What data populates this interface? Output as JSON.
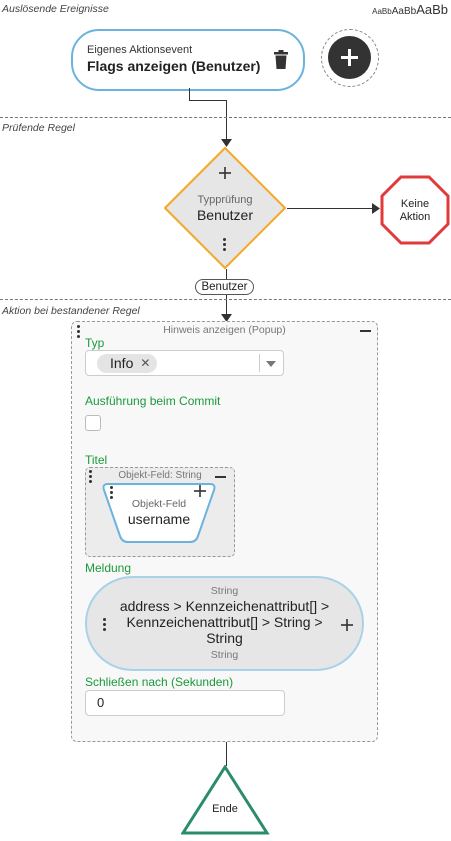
{
  "sections": {
    "trigger": "Auslösende Ereignisse",
    "check": "Prüfende Regel",
    "action": "Aktion bei bestandener Regel"
  },
  "font_size_samples": [
    "AaBb",
    "AaBb",
    "AaBb"
  ],
  "event": {
    "subtitle": "Eigenes Aktionsevent",
    "title": "Flags anzeigen (Benutzer)"
  },
  "rule": {
    "subtitle": "Typprüfung",
    "title": "Benutzer",
    "branch_label": "Benutzer"
  },
  "no_action": {
    "line1": "Keine",
    "line2": "Aktion"
  },
  "popup": {
    "title": "Hinweis anzeigen (Popup)",
    "type_label": "Typ",
    "type_value": "Info",
    "commit_label": "Ausführung beim Commit",
    "title_label": "Titel",
    "title_field": {
      "header": "Objekt-Feld: String",
      "kind": "Objekt-Feld",
      "value": "username"
    },
    "message_label": "Meldung",
    "message": {
      "type_top": "String",
      "line1": "address > Kennzeichenattribut[] >",
      "line2": "Kennzeichenattribut[] > String >",
      "line3": "String",
      "type_bottom": "String"
    },
    "close_label": "Schließen nach (Sekunden)",
    "close_value": "0"
  },
  "end": {
    "label": "Ende"
  },
  "colors": {
    "event_border": "#6bb3dc",
    "rule_border": "#f5a623",
    "stop_border": "#e03a3a",
    "end_border": "#2a8c6c",
    "green_label": "#1a9a3a"
  }
}
